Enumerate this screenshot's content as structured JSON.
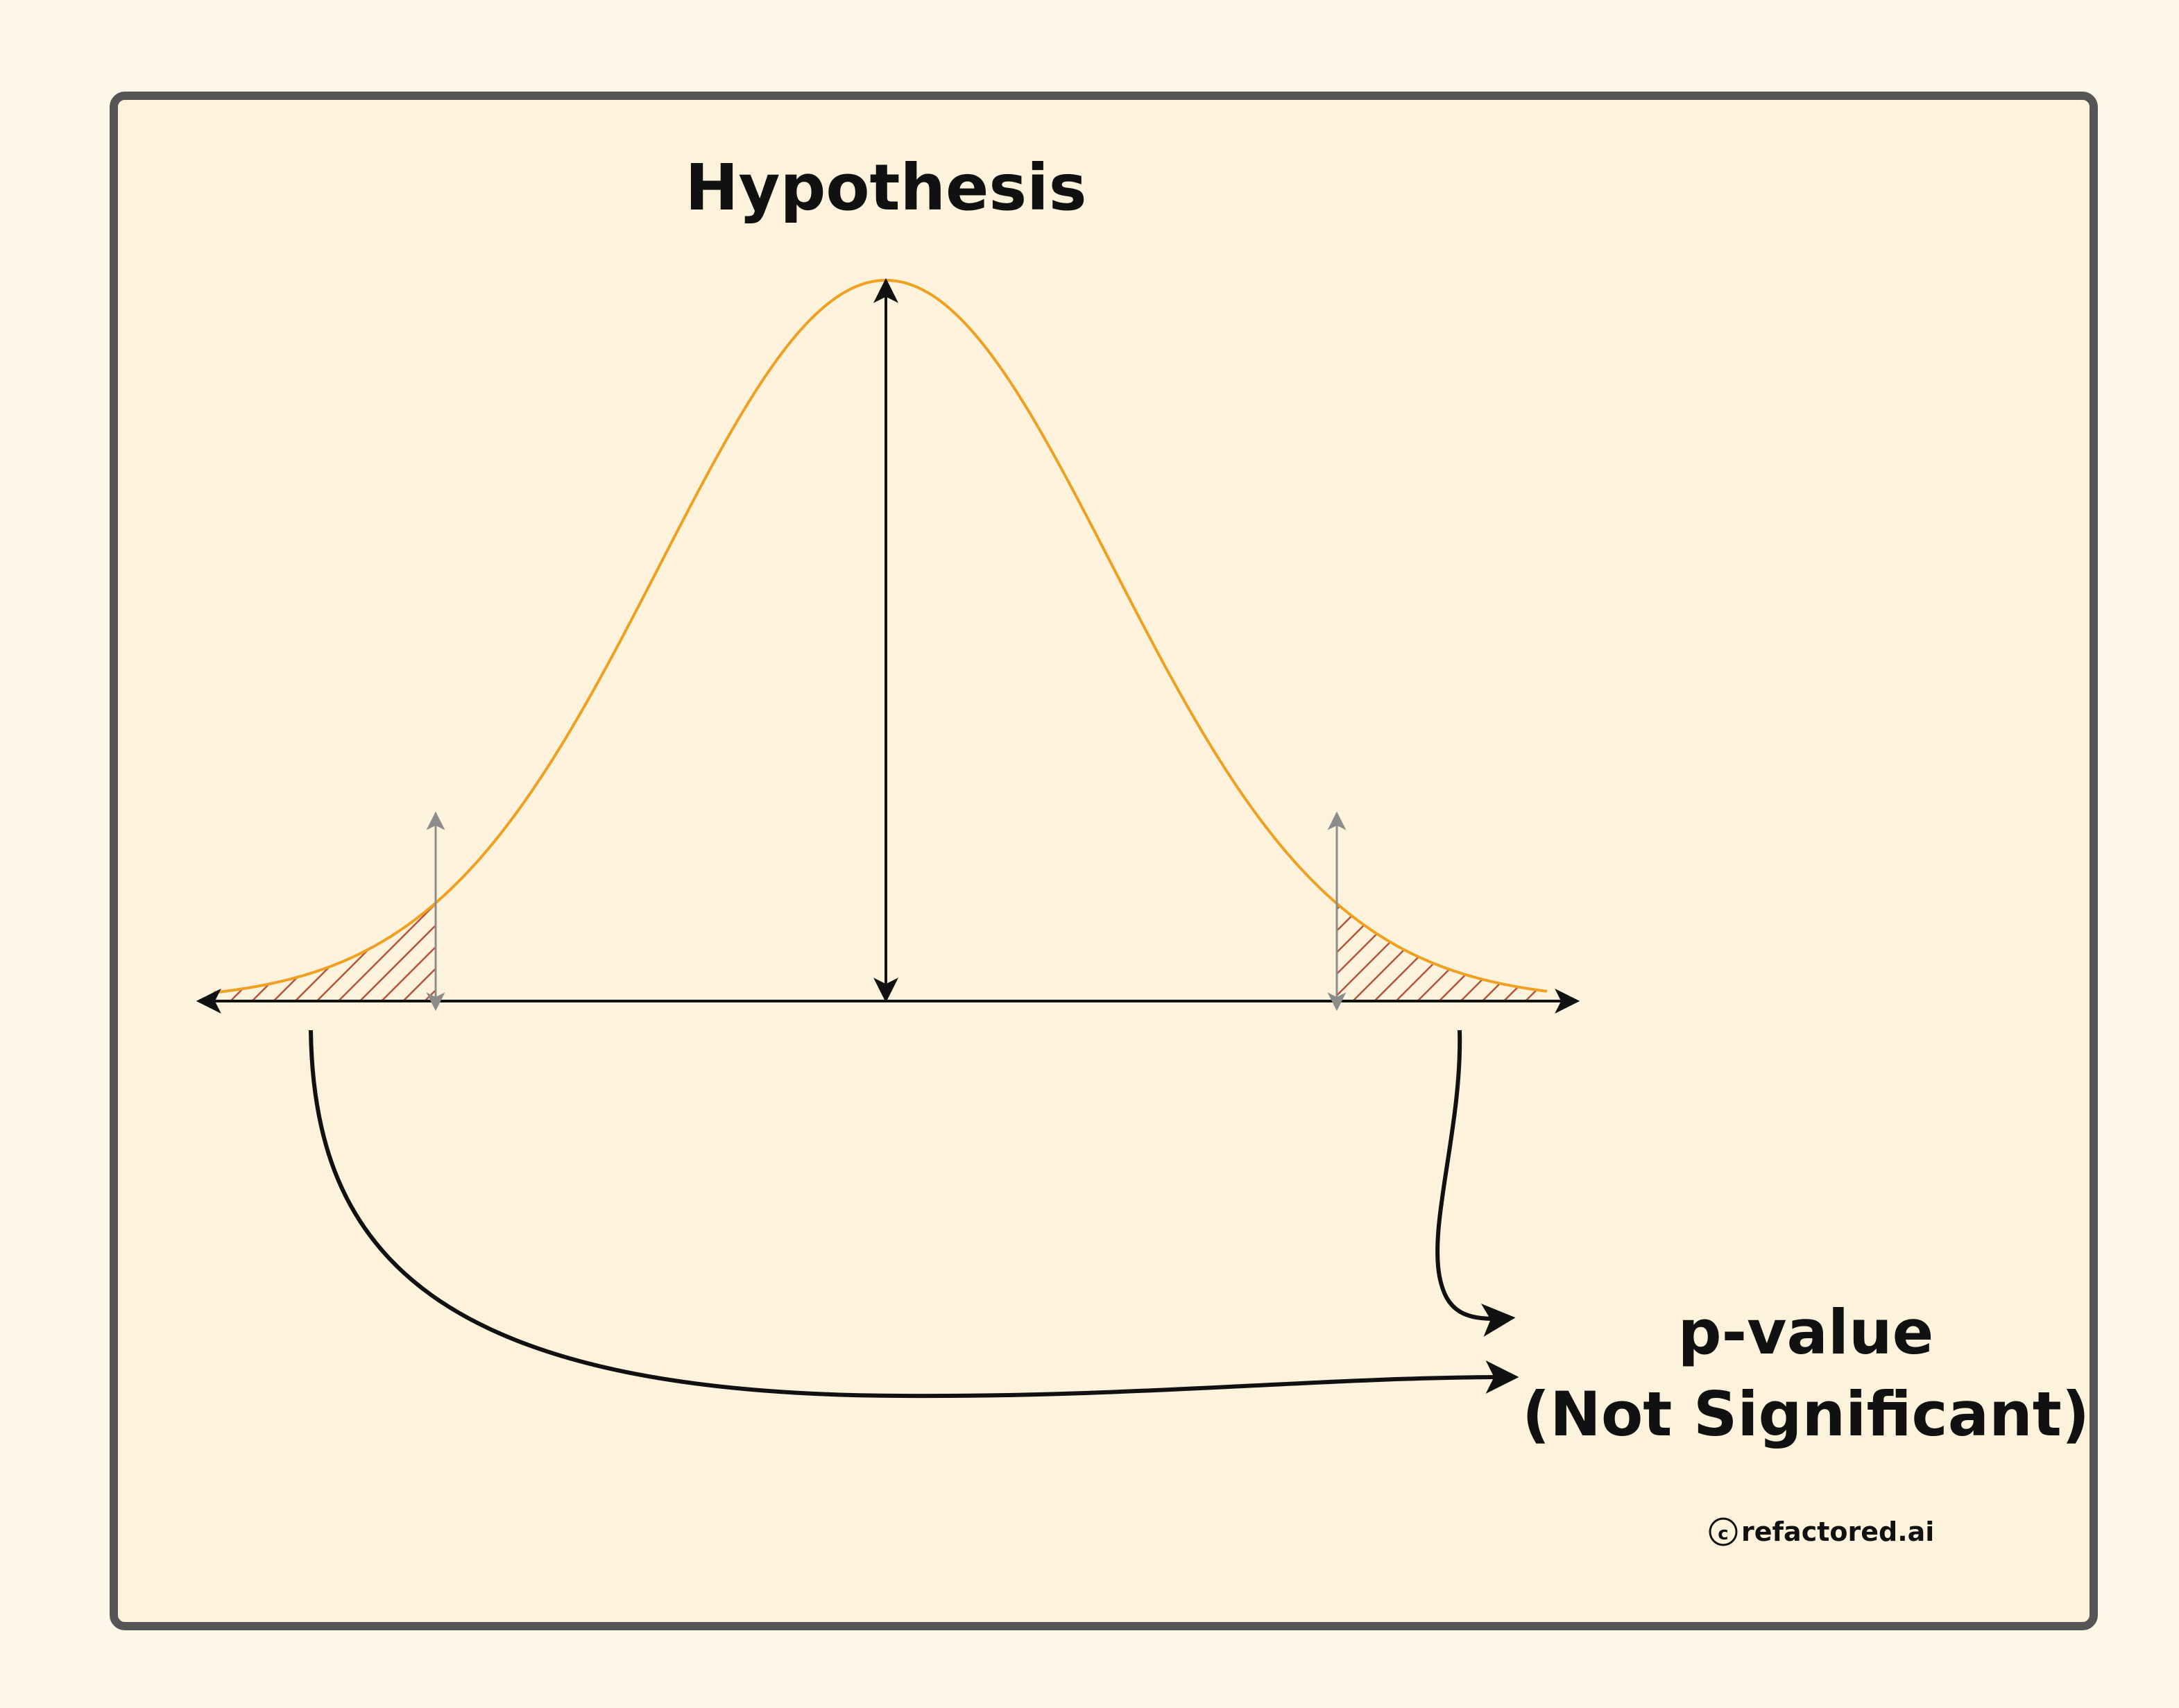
{
  "diagram": {
    "title": "Hypothesis",
    "result_line1": "p-value",
    "result_line2": "(Not Significant)",
    "copyright_symbol": "c",
    "copyright_text": "refactored.ai"
  },
  "colors": {
    "page_background": "#fdf7e8",
    "panel_background": "#fdf3dc",
    "panel_border": "#555555",
    "curve": "#f0a020",
    "hatch": "#b5533c",
    "axis": "#111111",
    "marker": "#8c8c8c"
  }
}
